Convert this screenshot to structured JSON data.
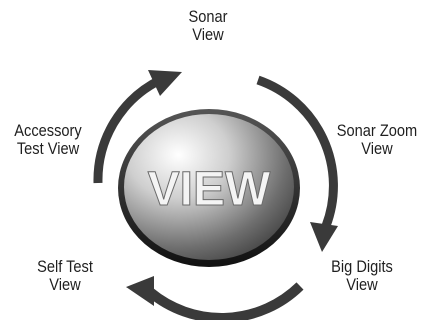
{
  "button": {
    "label": "VIEW"
  },
  "views": [
    {
      "id": "sonar",
      "line1": "Sonar",
      "line2": "View"
    },
    {
      "id": "sonar-zoom",
      "line1": "Sonar Zoom",
      "line2": "View"
    },
    {
      "id": "big-digits",
      "line1": "Big Digits",
      "line2": "View"
    },
    {
      "id": "self-test",
      "line1": "Self Test",
      "line2": "View"
    },
    {
      "id": "accessory-test",
      "line1": "Accessory",
      "line2": "Test View"
    }
  ],
  "colors": {
    "arrow": "#3a3a3a",
    "button_rim": "#1e1e1e",
    "button_face_light": "#ffffff",
    "button_face_dark": "#3c3c3c",
    "label_text": "#1f1f1f"
  }
}
